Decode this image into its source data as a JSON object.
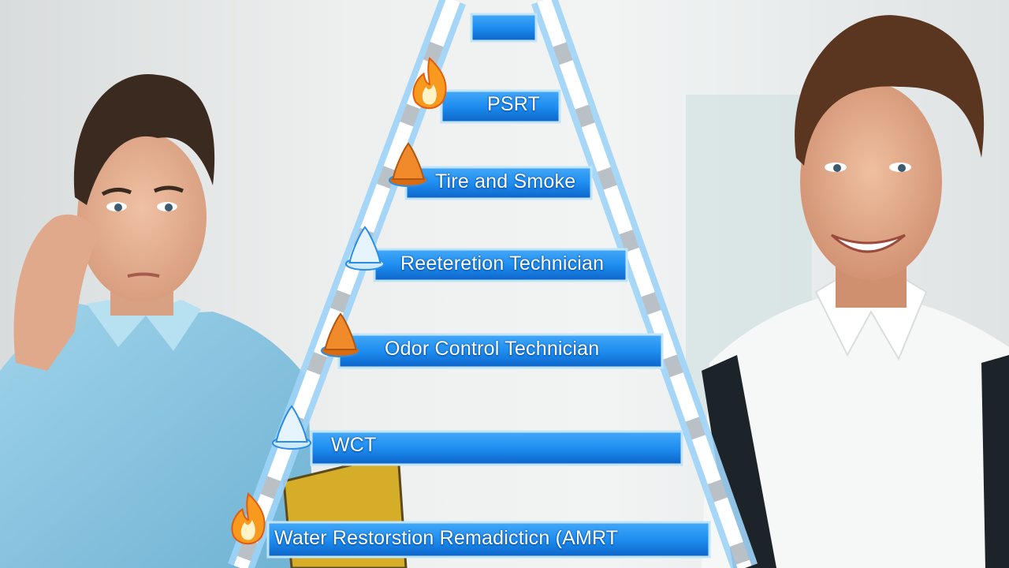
{
  "pyramid": {
    "levels": [
      {
        "label": "PSRT",
        "icon": "flame-icon"
      },
      {
        "label": "Tire and Smoke",
        "icon": "cone-icon"
      },
      {
        "label": "Reeteretion Technician",
        "icon": "cone-icon"
      },
      {
        "label": "Odor Control Technician",
        "icon": "cone-icon"
      },
      {
        "label": "WCT",
        "icon": "cone-icon"
      },
      {
        "label": "Water Restorstion Remadicticn (AMRT",
        "icon": "flame-icon"
      }
    ]
  },
  "people": {
    "left": "worried-man",
    "right": "smiling-technician"
  },
  "colors": {
    "bar": "#1e8ef0",
    "bar_dark": "#0c63c8",
    "frame": "#9ed4f8",
    "flame": "#f79a1e",
    "cone": "#f08a2a"
  }
}
